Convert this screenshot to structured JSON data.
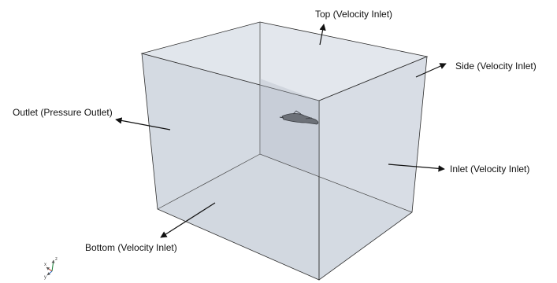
{
  "diagram": {
    "boundaries": [
      {
        "id": "top",
        "label": "Top (Velocity Inlet)"
      },
      {
        "id": "side",
        "label": "Side (Velocity Inlet)"
      },
      {
        "id": "outlet",
        "label": "Outlet (Pressure Outlet)"
      },
      {
        "id": "inlet",
        "label": "Inlet (Velocity Inlet)"
      },
      {
        "id": "bottom",
        "label": "Bottom (Velocity Inlet)"
      }
    ],
    "triad": {
      "x": "x",
      "y": "y",
      "z": "z"
    },
    "colors": {
      "box_fill": "#c9d0da",
      "box_edge": "#2e2e2e",
      "arrow": "#111111",
      "text": "#111111"
    }
  }
}
